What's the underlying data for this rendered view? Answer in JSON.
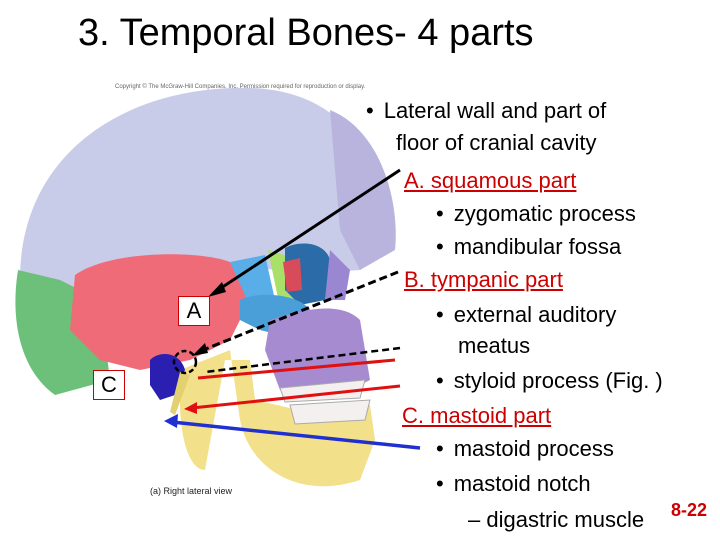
{
  "slide": {
    "title": "3. Temporal Bones- 4 parts",
    "copyright": "Copyright © The McGraw-Hill Companies, Inc. Permission required for reproduction or display.",
    "figure_caption": "(a) Right lateral view",
    "label_a": "A",
    "label_c": "C",
    "page_number": "8-22"
  },
  "bullets": {
    "intro_line1": "Lateral wall and part of",
    "intro_line2": "floor of cranial cavity",
    "a_heading": "A. squamous part",
    "a_item1": "zygomatic process",
    "a_item2": "mandibular fossa",
    "b_heading": "B. tympanic part",
    "b_item1_line1": "external auditory",
    "b_item1_line2": "meatus",
    "b_item2": "styloid process (Fig. )",
    "c_heading": "C. mastoid part",
    "c_item1": "mastoid process",
    "c_item2": "mastoid notch",
    "c_subitem": "– digastric muscle"
  },
  "colors": {
    "accent_red": "#cc0000",
    "parietal_blue": "#c9cce8",
    "temporal_pink": "#ef6b78",
    "occipital_green": "#6cc07a",
    "frontal_lavender": "#b8b4dd",
    "sphenoid_green": "#a8e06a",
    "zygomatic_blue": "#4a9fd8",
    "maxilla_purple": "#a68bd0",
    "mandible_yellow": "#f3e08a",
    "arrow_blue": "#1f2fd0"
  }
}
